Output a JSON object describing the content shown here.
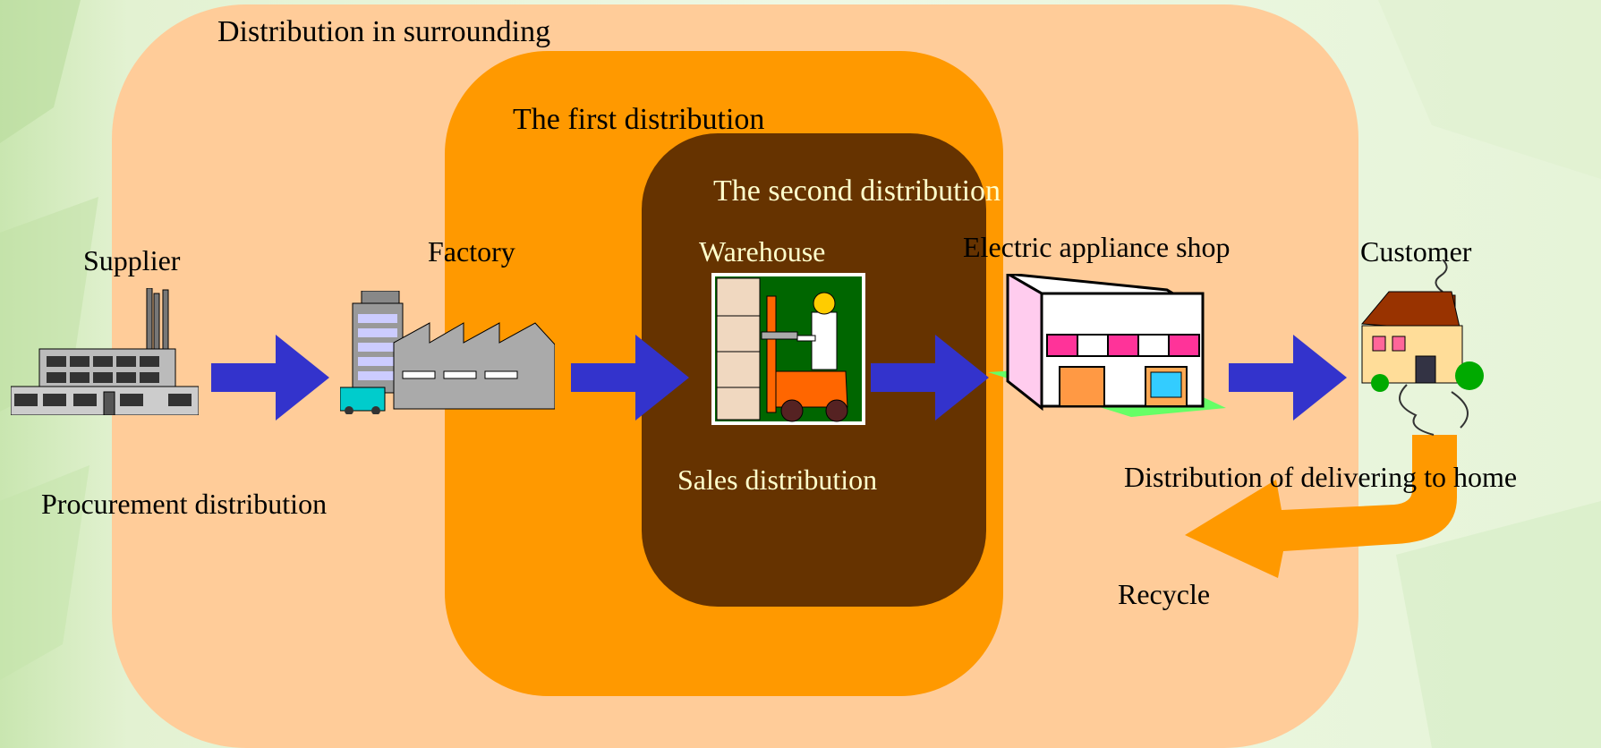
{
  "zones": {
    "outer": "Distribution in surrounding",
    "first": "The first distribution",
    "second": "The second distribution"
  },
  "nodes": {
    "supplier": "Supplier",
    "factory": "Factory",
    "warehouse": "Warehouse",
    "shop": "Electric appliance shop",
    "customer": "Customer"
  },
  "flows": {
    "procurement": "Procurement  distribution",
    "sales": "Sales distribution",
    "home_delivery": "Distribution of delivering to home",
    "recycle": "Recycle"
  },
  "colors": {
    "outer_zone": "#ffcc99",
    "first_zone": "#ff9900",
    "second_zone": "#663300",
    "arrow": "#3333cc",
    "recycle_arrow": "#ff9900"
  }
}
